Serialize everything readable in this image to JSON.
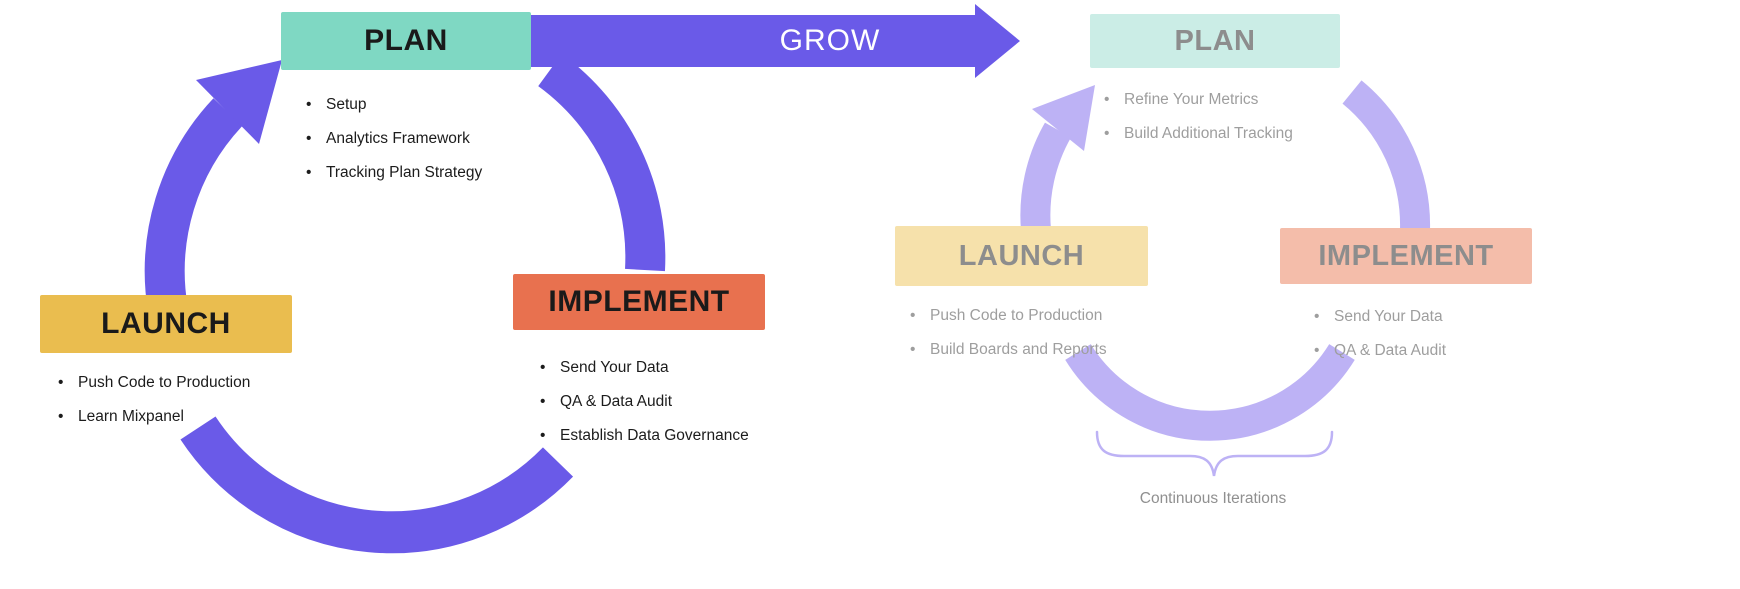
{
  "diagram": {
    "grow_label": "GROW",
    "left_cycle": {
      "plan": {
        "label": "PLAN",
        "items": [
          "Setup",
          "Analytics Framework",
          "Tracking Plan Strategy"
        ]
      },
      "implement": {
        "label": "IMPLEMENT",
        "items": [
          "Send Your Data",
          "QA & Data Audit",
          "Establish Data Governance"
        ]
      },
      "launch": {
        "label": "LAUNCH",
        "items": [
          "Push Code to Production",
          "Learn Mixpanel"
        ]
      }
    },
    "right_cycle": {
      "plan": {
        "label": "PLAN",
        "items": [
          "Refine Your Metrics",
          "Build Additional Tracking"
        ]
      },
      "launch": {
        "label": "LAUNCH",
        "items": [
          "Push Code to Production",
          "Build Boards and Reports"
        ]
      },
      "implement": {
        "label": "IMPLEMENT",
        "items": [
          "Send Your Data",
          "QA & Data Audit"
        ]
      },
      "caption": "Continuous Iterations"
    },
    "colors": {
      "purple": "#6A5AE8",
      "light_purple": "#BDB2F5",
      "teal": "#7FD8C3",
      "pale_teal": "#CBEDE6",
      "coral": "#E8714F",
      "pale_coral": "#F4BDAA",
      "gold": "#EABD4F",
      "pale_gold": "#F6E1AB",
      "grow_text": "#FFFFFF",
      "dark_text": "#1A1A1A",
      "gray_text": "#8D8D8D"
    }
  }
}
